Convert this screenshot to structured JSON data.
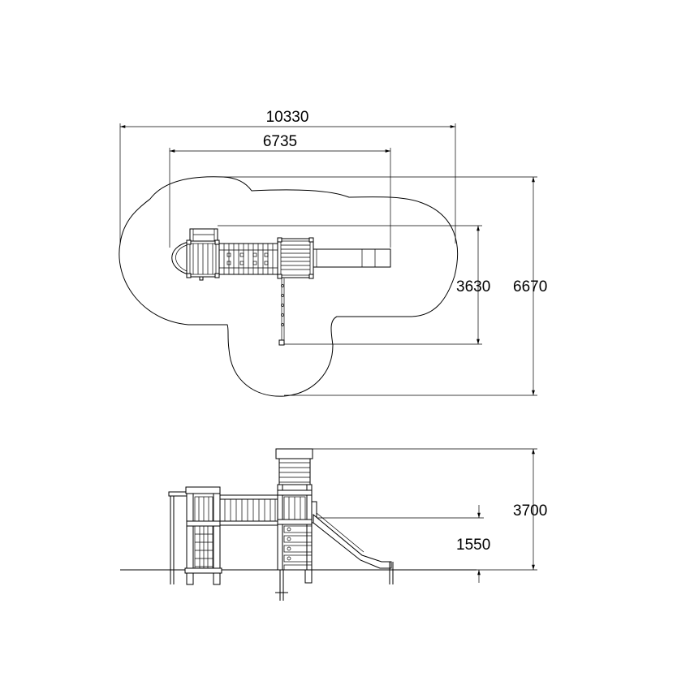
{
  "plan_view": {
    "dim_overall_width": "10330",
    "dim_structure_width": "6735",
    "dim_structure_depth": "3630",
    "dim_overall_depth": "6670"
  },
  "elevation_view": {
    "dim_total_height": "3700",
    "dim_platform_height": "1550"
  }
}
